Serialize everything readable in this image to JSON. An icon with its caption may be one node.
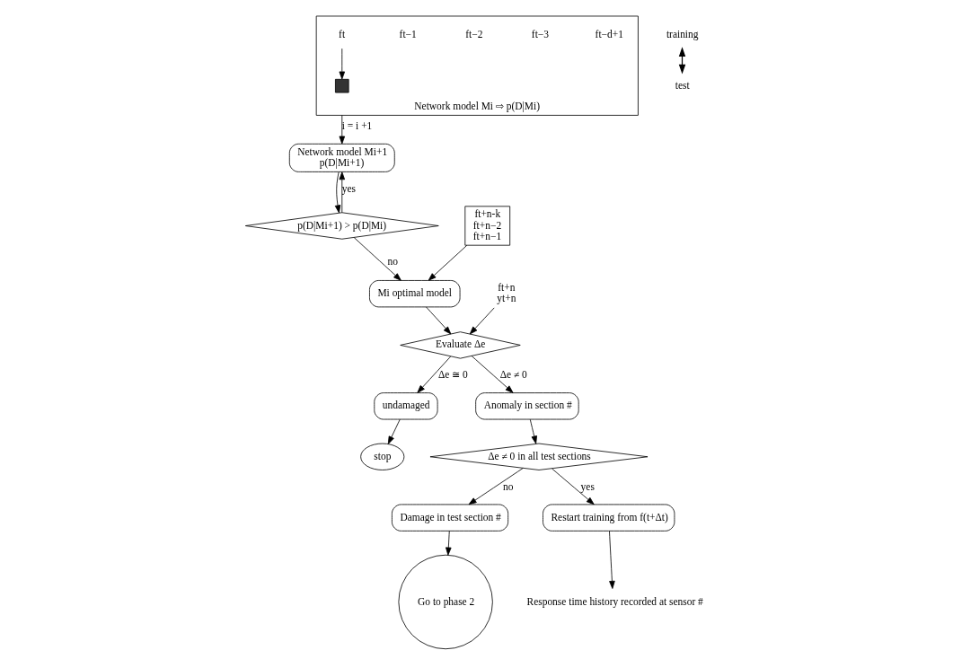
{
  "diagram": {
    "nodes": [
      {
        "text": [
          "Response time history recorded at sensor #"
        ]
      },
      {
        "text": [
          "Network model Mi ⇨ p(D|Mi)"
        ]
      },
      {
        "text": [
          "ft"
        ],
        "in": 1
      },
      {
        "text": [],
        "shape": "box",
        "in": 1
      },
      {
        "text": [
          "ft+n-k",
          "ft+n−2",
          "ft+n−1"
        ]
      },
      {
        "text": [
          "ft+n",
          "yt+n"
        ]
      },
      {
        "text": [
          "Mi optimal model"
        ]
      },
      {
        "text": [
          "Evaluate Δe"
        ]
      },
      {
        "text": [
          "undamaged"
        ]
      },
      {
        "text": [
          "stop"
        ]
      },
      {
        "text": [
          "Anomaly in section #"
        ]
      },
      {
        "text": [
          "Δe ≠ 0 in all test sections"
        ]
      },
      {
        "text": [
          "Damage in test section #"
        ]
      },
      {
        "text": [
          "Go to phase 2"
        ]
      },
      {
        "text": [
          "Network model Mi+1",
          "p(D|Mi+1)"
        ]
      },
      {
        "text": [
          "p(D|Mi+1) > p(D|Mi)"
        ]
      },
      {
        "text": [
          "Restart training from f(t+Δt)"
        ]
      }
    ],
    "edges": [
      {
        "from": 2,
        "to": 3,
        "arrow": "to"
      },
      {
        "from": 4,
        "to": 6,
        "arrow": "to"
      },
      {
        "from": 5,
        "to": 7,
        "arrow": "to"
      },
      {
        "from": 6,
        "to": 7,
        "arrow": "to"
      },
      {
        "from": 7,
        "to": 8,
        "arrow": "to",
        "label": "Δe ≅ 0"
      },
      {
        "from": 8,
        "to": 9,
        "arrow": "to"
      },
      {
        "from": 7,
        "to": 10,
        "arrow": "to",
        "label": "Δe ≠ 0"
      },
      {
        "from": 10,
        "to": 11,
        "arrow": "to"
      },
      {
        "from": 11,
        "to": 16,
        "arrow": "to",
        "label": "yes"
      },
      {
        "from": 11,
        "to": 12,
        "arrow": "to",
        "label": "no"
      },
      {
        "from": 12,
        "to": 13,
        "arrow": "to"
      },
      {
        "from": 16,
        "to": 0,
        "arrow": "to"
      },
      {
        "from": 1,
        "to": 14,
        "arrow": "to",
        "label": "i = i +1"
      },
      {
        "from": 14,
        "to": 15,
        "arrow": "to"
      },
      {
        "from": 15,
        "to": 14,
        "arrow": "to",
        "label": "yes"
      },
      {
        "from": 15,
        "to": 6,
        "arrow": "to",
        "label": "no"
      }
    ],
    "labels": [
      "ft−d+1",
      "ft−3",
      "ft−2",
      "ft−1",
      "training",
      "test"
    ]
  }
}
